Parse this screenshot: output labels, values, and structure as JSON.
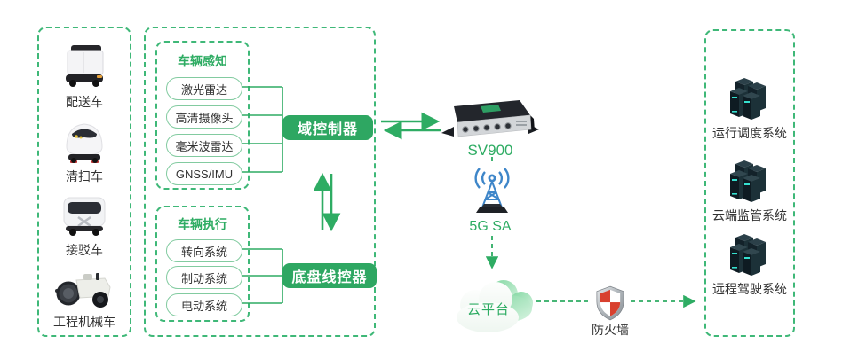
{
  "colors": {
    "accent_green": "#2EAC63",
    "border_green": "#3FB878",
    "pill_border": "#82CBA0",
    "text_dark": "#333333",
    "antenna_blue": "#3E86C9",
    "firewall_red": "#D8402E",
    "server_dark": "#13222A"
  },
  "left_panel": {
    "vehicles": [
      {
        "icon": "delivery-robot",
        "label": "配送车"
      },
      {
        "icon": "sweeper-pod",
        "label": "清扫车"
      },
      {
        "icon": "shuttle-bus",
        "label": "接驳车"
      },
      {
        "icon": "road-roller",
        "label": "工程机械车"
      }
    ]
  },
  "control_panel": {
    "perception": {
      "title": "车辆感知",
      "items": [
        "激光雷达",
        "高清摄像头",
        "毫米波雷达",
        "GNSS/IMU"
      ]
    },
    "execution": {
      "title": "车辆执行",
      "items": [
        "转向系统",
        "制动系统",
        "电动系统"
      ]
    },
    "domain_controller_label": "域控制器",
    "chassis_controller_label": "底盘线控器"
  },
  "link": {
    "device_label": "SV900",
    "radio_label": "5G SA",
    "cloud_label": "云平台",
    "firewall_label": "防火墙"
  },
  "right_panel": {
    "systems": [
      {
        "icon": "server-cluster",
        "label": "运行调度系统"
      },
      {
        "icon": "server-cluster",
        "label": "云端监管系统"
      },
      {
        "icon": "server-cluster",
        "label": "远程驾驶系统"
      }
    ]
  }
}
